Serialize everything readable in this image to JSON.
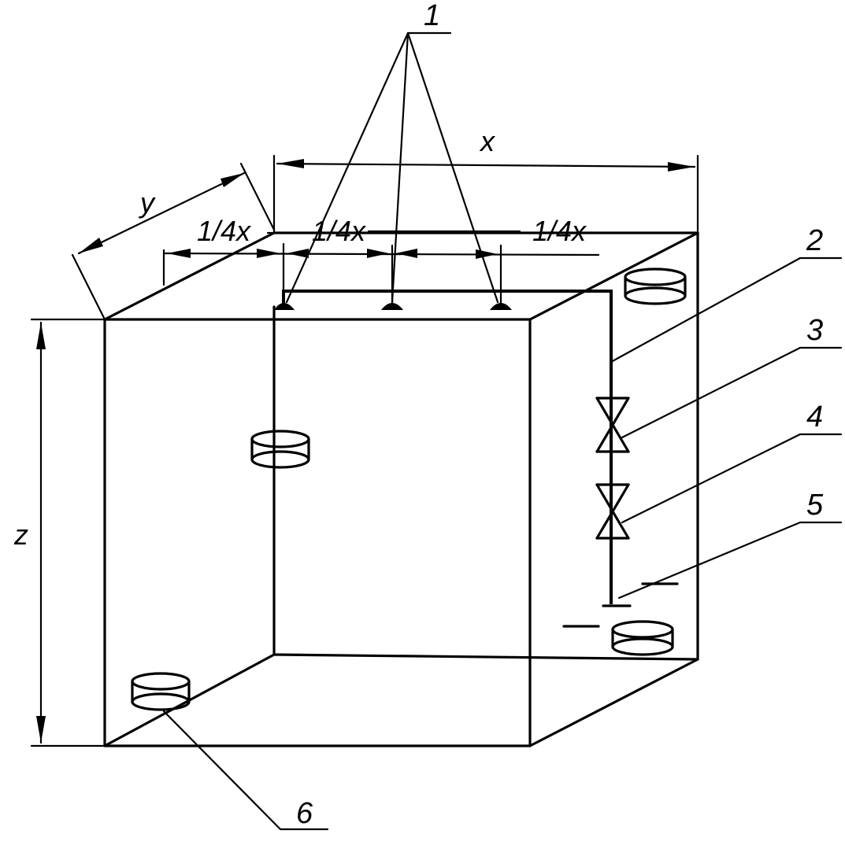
{
  "dimensions": {
    "x": "x",
    "y": "y",
    "z": "z",
    "quarter_1": "1/4x",
    "quarter_2": "1/4x",
    "quarter_3": "1/4x"
  },
  "callouts": [
    "1",
    "2",
    "3",
    "4",
    "5",
    "6"
  ]
}
